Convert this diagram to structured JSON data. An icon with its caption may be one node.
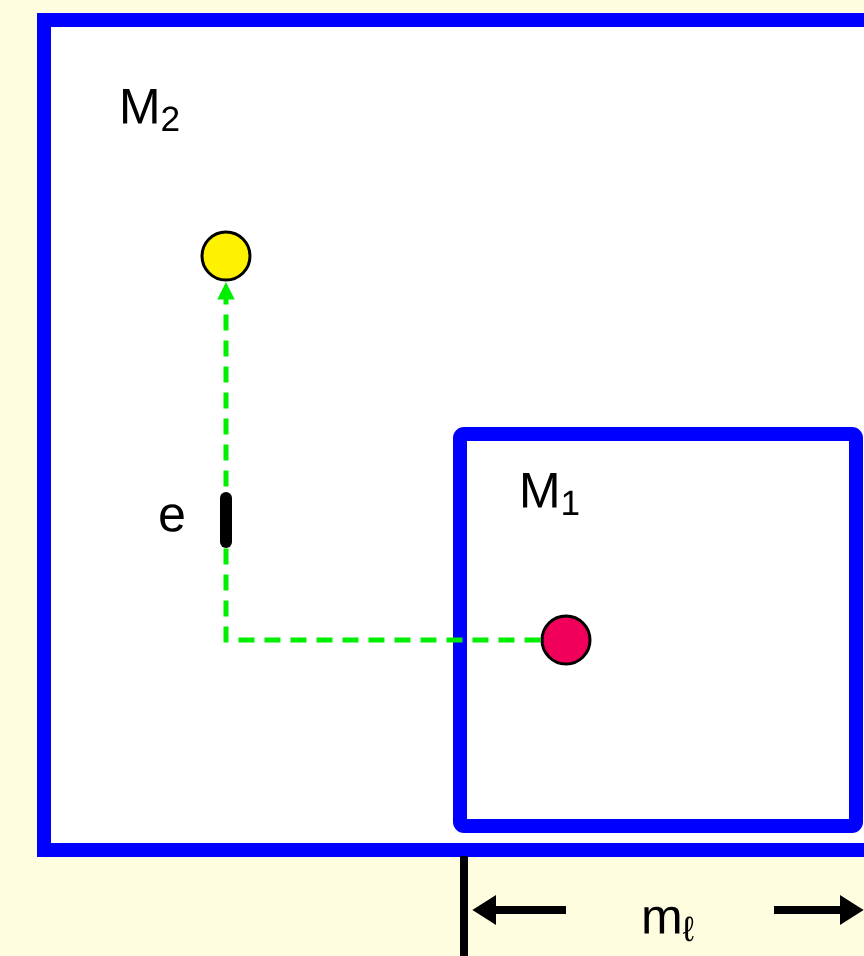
{
  "diagram": {
    "nodes": [
      {
        "text": [
          "M$_{2}$"
        ]
      },
      {
        "text": [
          "M$_{1}$"
        ],
        "in": 0
      },
      {
        "text": [],
        "shape": "circle",
        "in": 0
      },
      {
        "text": [],
        "shape": "circle",
        "in": 1
      }
    ],
    "edges": [
      {
        "from": 3,
        "to": 2,
        "arrow": "to",
        "style": "dashed",
        "color": "#00ee00"
      }
    ],
    "labels": [
      "e",
      "m$_{ℓ}$"
    ]
  }
}
